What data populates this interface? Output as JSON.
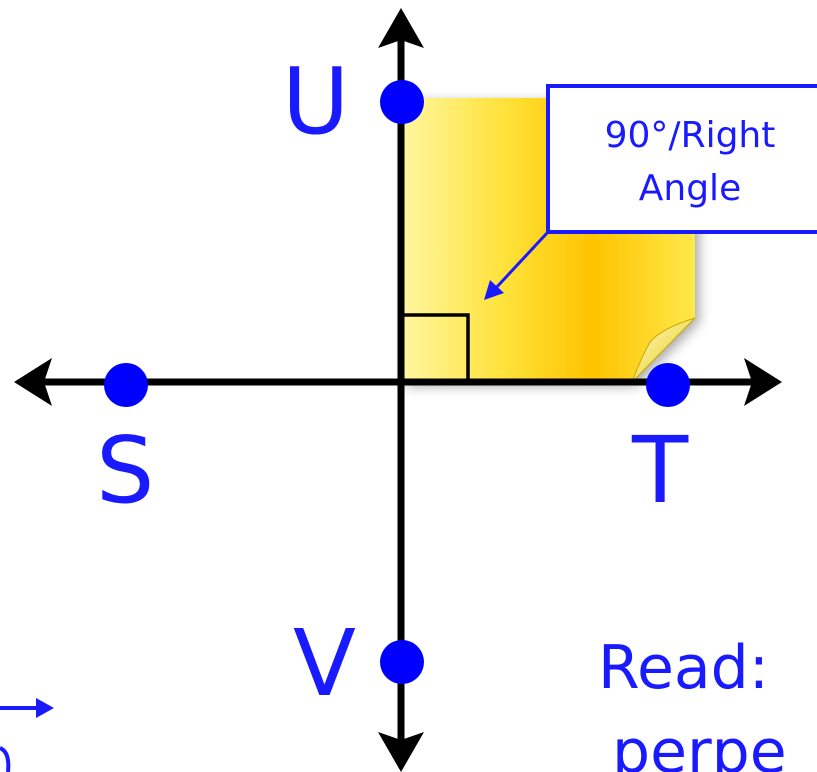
{
  "points": {
    "u": "U",
    "s": "S",
    "t": "T",
    "v": "V"
  },
  "callout": {
    "line1": "90°/Right",
    "line2": "Angle"
  },
  "read_text": {
    "line1": "Read:",
    "line2": "perpe"
  },
  "colors": {
    "label": "#1a1aff",
    "point": "#0000ff",
    "line": "#000000",
    "note_light": "#ffff66",
    "note_dark": "#ffc000",
    "callout_border": "#1a1aff"
  },
  "icons": {
    "right_angle_marker": "square-corner",
    "callout_pointer": "arrow-pointer",
    "note_curl": "page-curl"
  }
}
